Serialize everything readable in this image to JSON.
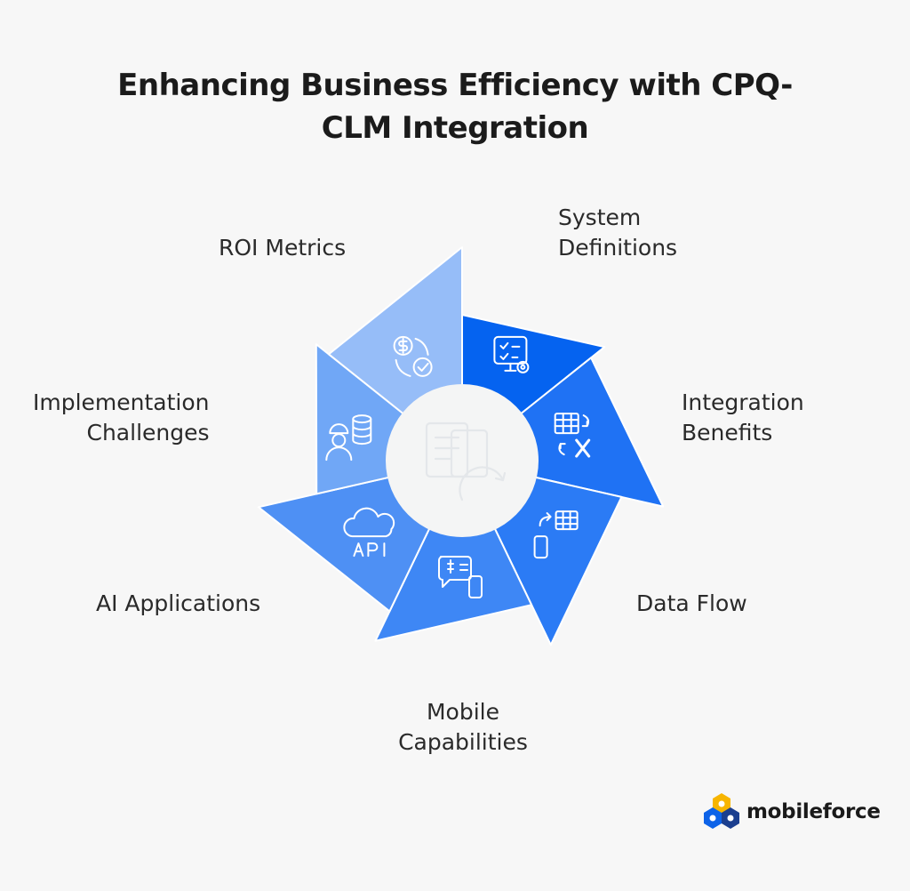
{
  "title": {
    "line1": "Enhancing Business Efficiency with CPQ-",
    "line2": "CLM Integration"
  },
  "segments": [
    {
      "id": "system-definitions",
      "lines": [
        "System",
        "Definitions"
      ],
      "color": "#0563f0",
      "icon": "monitor-gear-checklist-icon"
    },
    {
      "id": "integration-benefits",
      "lines": [
        "Integration",
        "Benefits"
      ],
      "color": "#1f72f4",
      "icon": "spreadsheet-excel-sync-icon"
    },
    {
      "id": "data-flow",
      "lines": [
        "Data Flow"
      ],
      "color": "#2b7bf5",
      "icon": "mobile-table-sync-icon"
    },
    {
      "id": "mobile-capabilities",
      "lines": [
        "Mobile",
        "Capabilities"
      ],
      "color": "#3e87f5",
      "icon": "chat-dollar-mobile-icon"
    },
    {
      "id": "ai-applications",
      "lines": [
        "AI Applications"
      ],
      "color": "#4e90f4",
      "icon": "cloud-api-icon"
    },
    {
      "id": "implementation-challenges",
      "lines": [
        "Implementation",
        "Challenges"
      ],
      "color": "#70a7f6",
      "icon": "engineer-database-icon"
    },
    {
      "id": "roi-metrics",
      "lines": [
        "ROI Metrics"
      ],
      "color": "#96bdf8",
      "icon": "dollar-check-cycle-icon"
    }
  ],
  "center_icon": "document-cycle-icon",
  "brand": {
    "name": "mobileforce",
    "logo": "mobileforce-logo-icon"
  }
}
